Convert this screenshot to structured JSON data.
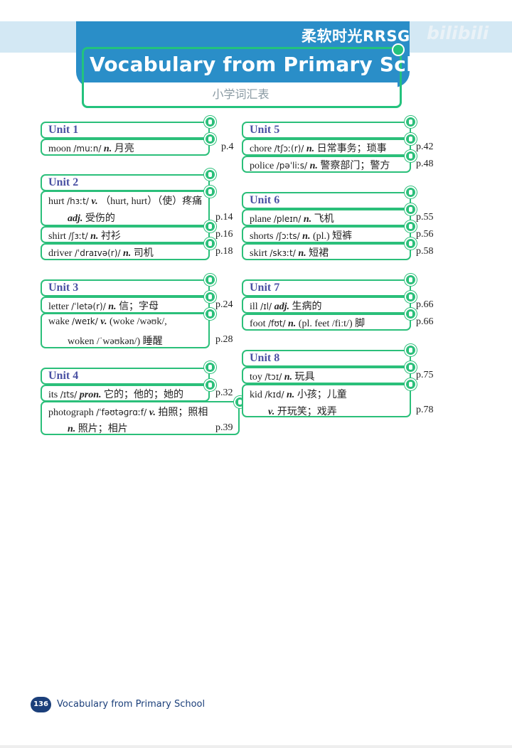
{
  "header": {
    "watermark": "柔软时光RRSG",
    "watermark_logo": "bilibili",
    "title": "Vocabulary from Primary School",
    "subtitle": "小学词汇表"
  },
  "units": {
    "u1": {
      "label": "Unit 1",
      "rows": [
        {
          "word": "moon",
          "ph": "/muːn/",
          "pos": "n.",
          "cn": "月亮",
          "page": "p.4"
        }
      ]
    },
    "u2": {
      "label": "Unit 2",
      "rows": [
        {
          "word": "hurt",
          "ph": "/hɜːt/",
          "pos": "v.",
          "cn": "（hurt, hurt）（使）疼痛",
          "line2_pos": "adj.",
          "line2_cn": "受伤的",
          "page": "p.14"
        },
        {
          "word": "shirt",
          "ph": "/ʃɜːt/",
          "pos": "n.",
          "cn": "衬衫",
          "page": "p.16"
        },
        {
          "word": "driver",
          "ph": "/ˈdraɪvə(r)/",
          "pos": "n.",
          "cn": "司机",
          "page": "p.18"
        }
      ]
    },
    "u3": {
      "label": "Unit 3",
      "rows": [
        {
          "word": "letter",
          "ph": "/ˈletə(r)/",
          "pos": "n.",
          "cn": "信；字母",
          "page": "p.24"
        },
        {
          "word": "wake",
          "ph": "/weɪk/",
          "pos": "v.",
          "cn": "(woke /wəʊk/,",
          "line2": "woken /ˈwəʊkən/)",
          "line2_cn": "睡醒",
          "page": "p.28"
        }
      ]
    },
    "u4": {
      "label": "Unit 4",
      "rows": [
        {
          "word": "its",
          "ph": "/ɪts/",
          "pos": "pron.",
          "cn": "它的；他的；她的",
          "page": "p.32"
        },
        {
          "word": "photograph",
          "ph": "/ˈfəʊtəɡrɑːf/",
          "pos": "v.",
          "cn": "拍照；照相",
          "line2_pos": "n.",
          "line2_cn": "照片；相片",
          "page": "p.39"
        }
      ]
    },
    "u5": {
      "label": "Unit 5",
      "rows": [
        {
          "word": "chore",
          "ph": "/tʃɔː(r)/",
          "pos": "n.",
          "cn": "日常事务；琐事",
          "page": "p.42"
        },
        {
          "word": "police",
          "ph": "/pəˈliːs/",
          "pos": "n.",
          "cn": "警察部门；警方",
          "page": "p.48"
        }
      ]
    },
    "u6": {
      "label": "Unit 6",
      "rows": [
        {
          "word": "plane",
          "ph": "/pleɪn/",
          "pos": "n.",
          "cn": "飞机",
          "page": "p.55"
        },
        {
          "word": "shorts",
          "ph": "/ʃɔːts/",
          "pos": "n.",
          "cn": "(pl.) 短裤",
          "page": "p.56"
        },
        {
          "word": "skirt",
          "ph": "/skɜːt/",
          "pos": "n.",
          "cn": "短裙",
          "page": "p.58"
        }
      ]
    },
    "u7": {
      "label": "Unit 7",
      "rows": [
        {
          "word": "ill",
          "ph": "/ɪl/",
          "pos": "adj.",
          "cn": "生病的",
          "page": "p.66"
        },
        {
          "word": "foot",
          "ph": "/fʊt/",
          "pos": "n.",
          "cn": "(pl. feet /fiːt/) 脚",
          "page": "p.66"
        }
      ]
    },
    "u8": {
      "label": "Unit 8",
      "rows": [
        {
          "word": "toy",
          "ph": "/tɔɪ/",
          "pos": "n.",
          "cn": "玩具",
          "page": "p.75"
        },
        {
          "word": "kid",
          "ph": "/kɪd/",
          "pos": "n.",
          "cn": "小孩；儿童",
          "line2_pos": "v.",
          "line2_cn": "开玩笑；戏弄",
          "page": "p.78"
        }
      ]
    }
  },
  "footer": {
    "page_number": "136",
    "text": "Vocabulary from Primary School"
  },
  "colors": {
    "accent_green": "#2bbf7a",
    "title_blue": "#2a8ec8",
    "unit_label": "#4a51a3",
    "footer_navy": "#1b3f7a"
  }
}
